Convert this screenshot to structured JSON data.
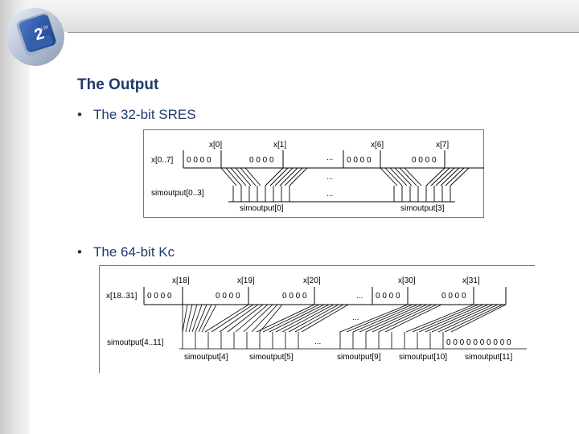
{
  "logo": {
    "glyph_main": "2",
    "glyph_small": "LSI",
    "icon": "telephone-keypad-icon"
  },
  "slide": {
    "title": "The Output"
  },
  "bullets": [
    {
      "marker": "•",
      "text": "The 32-bit SRES"
    },
    {
      "marker": "•",
      "text": "The 64-bit Kc"
    }
  ],
  "figure_sres": {
    "row_input_label": "x[0..7]",
    "row_output_label": "simoutput[0..3]",
    "top_labels": [
      "x[0]",
      "x[1]",
      "x[6]",
      "x[7]"
    ],
    "bits": "0 0 0 0",
    "ellipsis": "...",
    "bottom_labels": [
      "simoutput[0]",
      "simoutput[3]"
    ]
  },
  "figure_kc": {
    "row_input_label": "x[18..31]",
    "row_output_label": "simoutput[4..11]",
    "top_labels": [
      "x[18]",
      "x[19]",
      "x[20]",
      "x[30]",
      "x[31]"
    ],
    "bits": "0 0 0 0",
    "output_bits": "0 0 0 0 0 0 0 0 0 0",
    "ellipsis": "...",
    "bottom_labels": [
      "simoutput[4]",
      "simoutput[5]",
      "simoutput[9]",
      "simoutput[10]",
      "simoutput[11]"
    ]
  }
}
